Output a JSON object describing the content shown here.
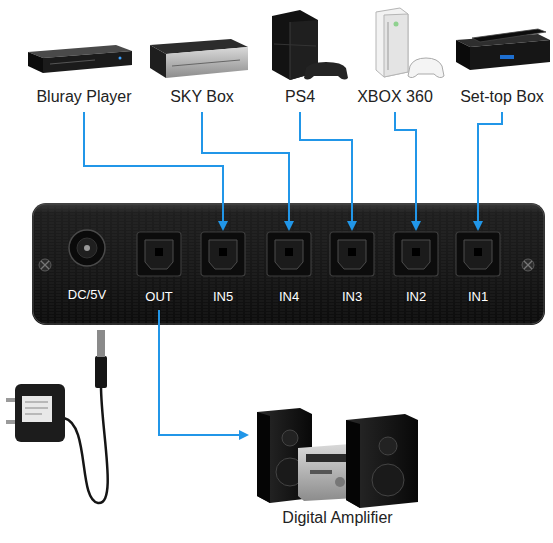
{
  "diagram": {
    "nodes": [
      {
        "text": [
          "Bluray Player"
        ]
      },
      {
        "text": [
          "SKY Box"
        ]
      },
      {
        "text": [
          "PS4"
        ]
      },
      {
        "text": [
          "XBOX 360"
        ]
      },
      {
        "text": [
          "Set-top Box"
        ]
      },
      {
        "text": [
          "DC/5V"
        ]
      },
      {
        "text": [
          "OUT"
        ],
        "in": 5
      },
      {
        "text": [
          "IN5"
        ],
        "in": 5
      },
      {
        "text": [
          "IN4"
        ],
        "in": 5
      },
      {
        "text": [
          "IN3"
        ],
        "in": 5
      },
      {
        "text": [
          "IN2"
        ],
        "in": 5
      },
      {
        "text": [
          "IN1"
        ],
        "in": 5
      },
      {
        "text": [
          "Digital Amplifier"
        ]
      }
    ],
    "edges": [
      {
        "from": 0,
        "to": 7,
        "arrow": "to"
      },
      {
        "from": 1,
        "to": 8,
        "arrow": "to"
      },
      {
        "from": 2,
        "to": 9,
        "arrow": "to"
      },
      {
        "from": 3,
        "to": 10,
        "arrow": "to"
      },
      {
        "from": 4,
        "to": 11,
        "arrow": "to"
      },
      {
        "from": 6,
        "to": 12,
        "arrow": "to"
      }
    ]
  }
}
